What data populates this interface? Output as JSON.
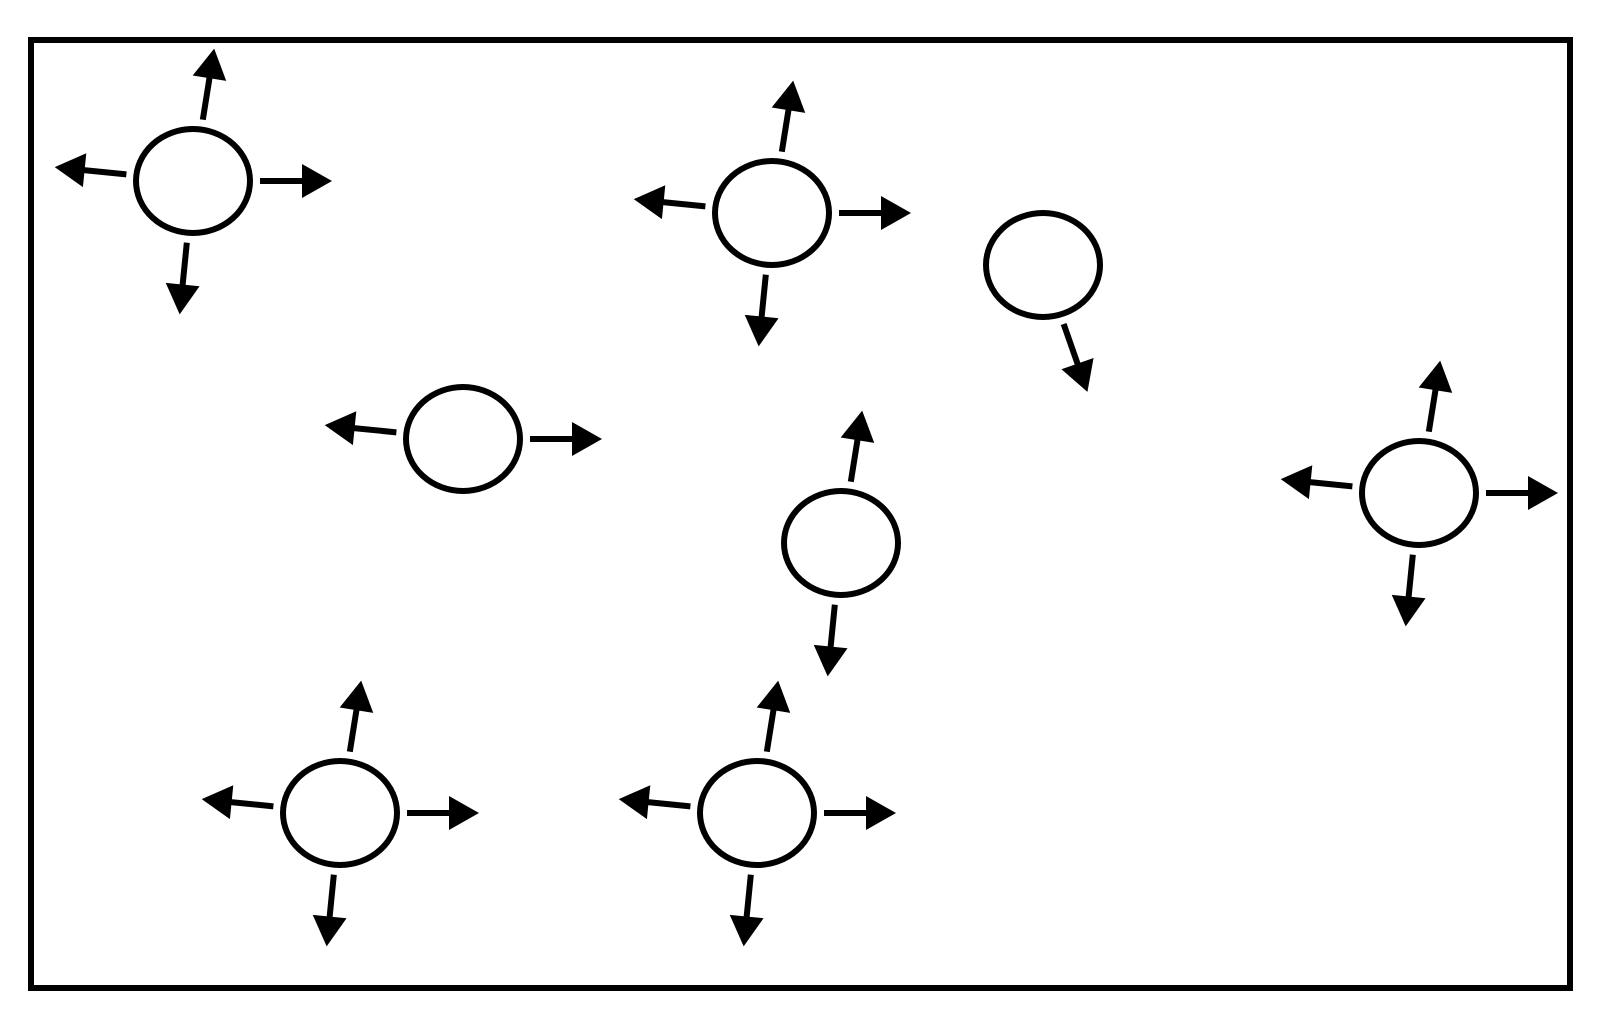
{
  "diagram": {
    "type": "particles-in-box",
    "colors": {
      "stroke": "#000000",
      "background": "#ffffff"
    },
    "particles": [
      {
        "id": "particle-1",
        "arrows": [
          "up",
          "right",
          "down",
          "left"
        ]
      },
      {
        "id": "particle-2",
        "arrows": [
          "up",
          "right",
          "down",
          "left"
        ]
      },
      {
        "id": "particle-3",
        "arrows": [
          "down-right"
        ]
      },
      {
        "id": "particle-4",
        "arrows": [
          "right",
          "left"
        ]
      },
      {
        "id": "particle-5",
        "arrows": [
          "up",
          "down"
        ]
      },
      {
        "id": "particle-6",
        "arrows": [
          "up",
          "right",
          "down",
          "left"
        ]
      },
      {
        "id": "particle-7",
        "arrows": [
          "up",
          "right",
          "down",
          "left"
        ]
      },
      {
        "id": "particle-8",
        "arrows": [
          "up",
          "right",
          "down",
          "left"
        ]
      }
    ]
  }
}
